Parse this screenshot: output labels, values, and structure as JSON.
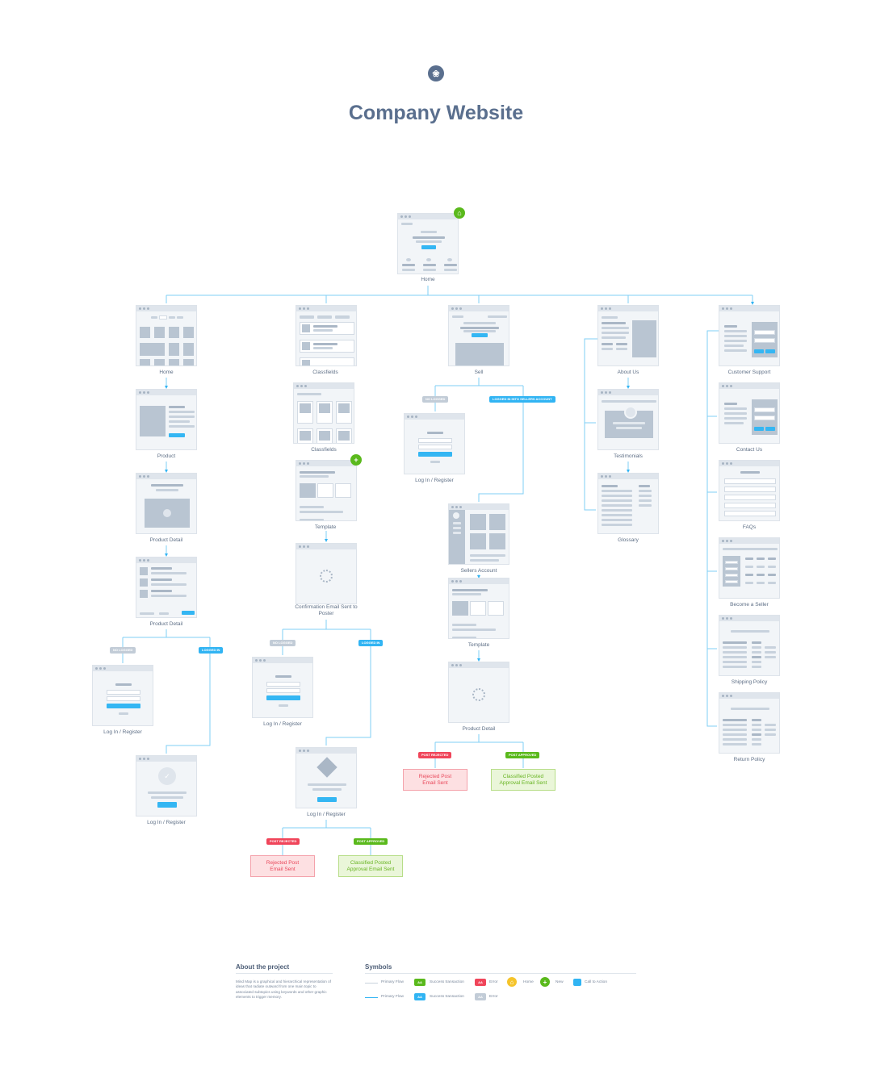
{
  "page": {
    "title": "Company Website",
    "logo_glyph": "❀"
  },
  "frames": {
    "home_root": "Home",
    "home": "Home",
    "product": "Product",
    "product_detail_1": "Product Detail",
    "product_detail_2": "Product Detail",
    "login_left": "Log In / Register",
    "login_bottom": "Log In / Register",
    "classfields_1": "Classfields",
    "classfields_2": "Classfields",
    "template_left": "Template",
    "confirmation": "Confirmation Email Sent to Poster",
    "login_mid": "Log In / Register",
    "login_mid2": "Log In / Register",
    "sell": "Sell",
    "login_sell": "Log In / Register",
    "sellers_account": "Sellers Account",
    "template_right": "Template",
    "product_detail_right": "Product Detail",
    "about_us": "About Us",
    "testimonials": "Testimonials",
    "glossary": "Glossary",
    "customer_support": "Customer Support",
    "contact_us": "Contact Us",
    "faqs": "FAQs",
    "become_seller": "Become a Seller",
    "shipping_policy": "Shipping Policy",
    "return_policy": "Return Policy"
  },
  "tags": {
    "no_logged": "No Logged",
    "logged_in": "Logged In",
    "logged_into_sellers": "Logged In Into Sellers Account",
    "post_rejected": "Post Rejected",
    "post_approved": "Post Approved"
  },
  "outcomes": {
    "rejected": "Rejected Post\nEmail Sent",
    "approved": "Classified Posted\nApproval Email Sent"
  },
  "legend": {
    "about_title": "About the project",
    "about_text": "Mind Map is a graphical and hierarchical representation of ideas that radiate outward from one main topic to associated subtopics using keywords and other graphic elements to trigger memory.",
    "symbols_title": "Symbols",
    "primary_flow_1": "Primary Flow",
    "primary_flow_2": "Primary Flow",
    "aa": "AA",
    "success_1": "Success transaction",
    "success_2": "Success transaction",
    "error_1": "Error",
    "error_2": "Error",
    "home": "Home",
    "new": "New",
    "cta": "Call to Action"
  },
  "colors": {
    "accent": "#31b4f3",
    "success": "#5ab91c",
    "error": "#f0455a",
    "heading": "#5a6f8e"
  }
}
